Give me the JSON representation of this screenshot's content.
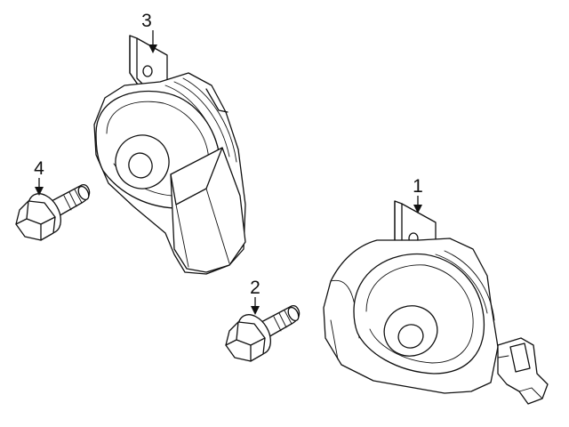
{
  "callouts": [
    {
      "number": "1",
      "part": "horn-high-pitch"
    },
    {
      "number": "2",
      "part": "horn-bolt"
    },
    {
      "number": "3",
      "part": "horn-low-pitch"
    },
    {
      "number": "4",
      "part": "horn-bolt"
    }
  ],
  "colors": {
    "line": "#111111",
    "background": "#ffffff"
  }
}
